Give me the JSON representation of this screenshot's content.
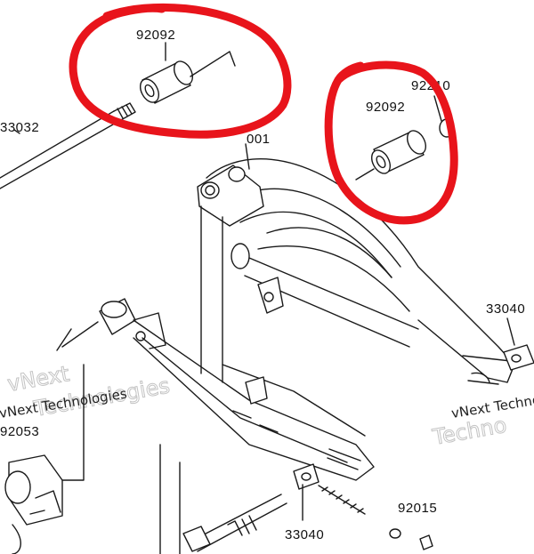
{
  "diagram": {
    "part_labels": [
      "92092",
      "92210",
      "33032",
      "92092",
      "001",
      "33040",
      "92053",
      "33040",
      "92015"
    ],
    "watermarks": {
      "left_text": "vNext Technologies",
      "left_big": "Technologies",
      "left_small": "vNext",
      "right_text": "vNext Techno",
      "right_big": "Techno"
    },
    "highlight_color": "#e8141b",
    "line_color": "#1a1a1a",
    "highlighted_parts": [
      "92092",
      "92092"
    ]
  }
}
